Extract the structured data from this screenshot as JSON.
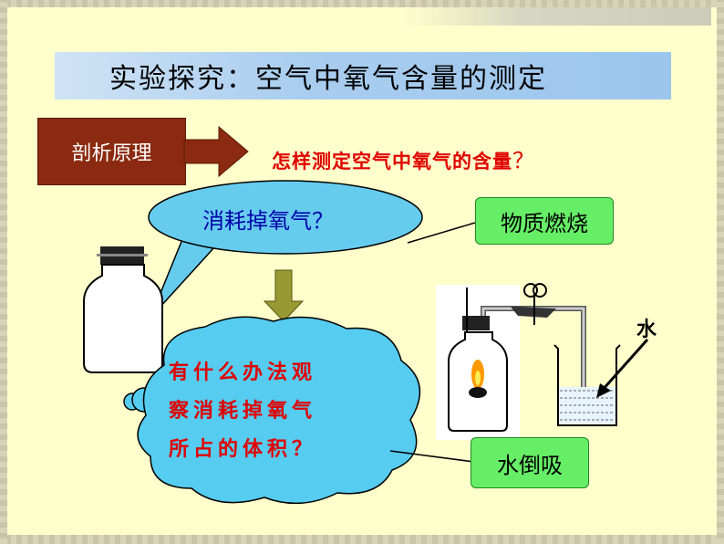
{
  "slide": {
    "title": "实验探究：空气中氧气含量的测定",
    "principle_label": "剖析原理",
    "question": "怎样测定空气中氧气的含量",
    "question_mark": "？",
    "bubble_text": "消耗掉氧气？",
    "burning_label": "物质燃烧",
    "cloud_lines": [
      "有什么办法观",
      "察消耗掉氧气",
      "所占的体积？"
    ],
    "backflow_label": "水倒吸",
    "water_label": "水"
  },
  "colors": {
    "background": "#ffffcc",
    "title_bar": "#9cc6ee",
    "principle_box": "#8b2a10",
    "question_text": "#e00000",
    "speech_bubble": "#66ccee",
    "label_box": "#66ee66",
    "cloud": "#55ccf0",
    "down_arrow": "#999933"
  },
  "icons": [
    "right-arrow-icon",
    "down-arrow-icon",
    "bottle-icon",
    "apparatus-icon",
    "beaker-icon",
    "clamp-icon"
  ]
}
